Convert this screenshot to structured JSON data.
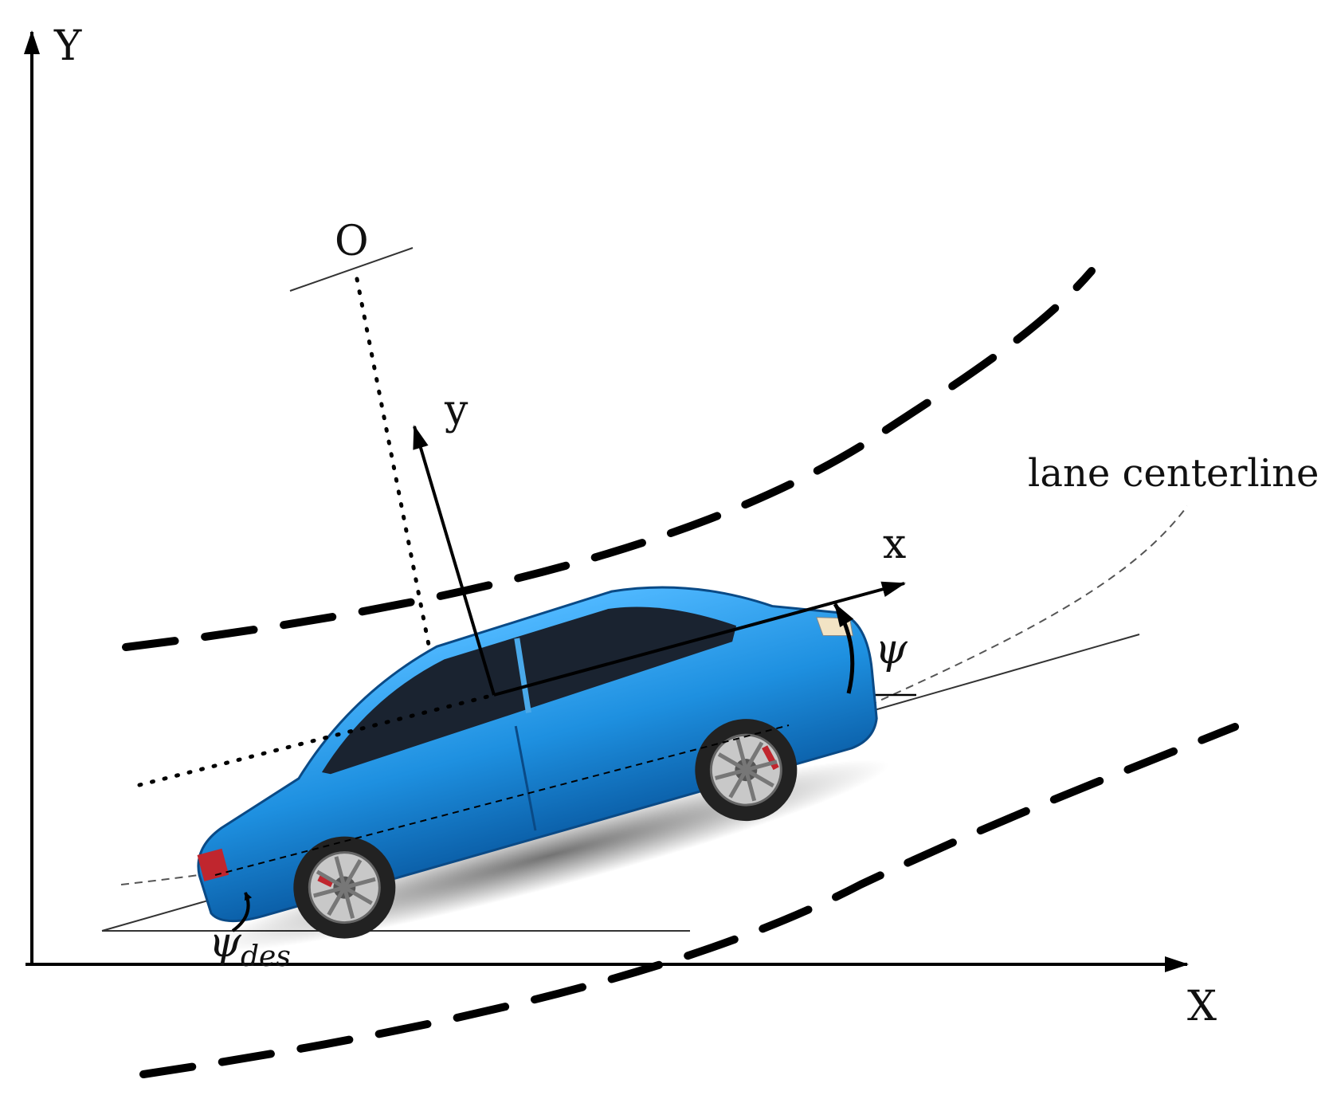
{
  "labels": {
    "global_y_axis": "Y",
    "global_x_axis": "X",
    "origin": "O",
    "vehicle_y_axis": "y",
    "vehicle_x_axis": "x",
    "lane_centerline": "lane centerline",
    "yaw_angle": "ψ",
    "desired_yaw_angle": "ψ",
    "desired_yaw_subscript": "des"
  },
  "colors": {
    "line": "#000000",
    "car_body": "#1E90E0",
    "car_dark": "#0B4F8C",
    "window": "#1a2330",
    "tire": "#222222",
    "rim": "#c8c8c8",
    "brake": "#c0262e"
  }
}
